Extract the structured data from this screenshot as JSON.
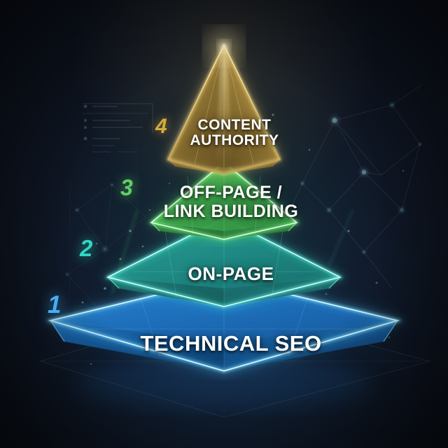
{
  "graphic": {
    "type": "seo-pyramid-infographic",
    "background_color": "#0f1622",
    "ground_plane": "faint isometric grid plane beneath pyramid base"
  },
  "tiers": [
    {
      "number": "4",
      "label": "CONTENT\nAUTHORITY",
      "label_line1": "CONTENT",
      "label_line2": "AUTHORITY",
      "color_name": "gold",
      "edge_color": "#e8c25a",
      "fill_color": "#8a7030",
      "glow_color": "#ffd978",
      "position": "apex"
    },
    {
      "number": "3",
      "label": "OFF-PAGE /\nLINK BUILDING",
      "label_line1": "OFF-PAGE /",
      "label_line2": "LINK BUILDING",
      "color_name": "green",
      "edge_color": "#5ef06a",
      "fill_color": "#2a7a3a",
      "glow_color": "#6dff7a",
      "position": "third"
    },
    {
      "number": "2",
      "label": "ON-PAGE",
      "label_line1": "ON-PAGE",
      "label_line2": "",
      "color_name": "teal",
      "edge_color": "#32e8d4",
      "fill_color": "#1a6a68",
      "glow_color": "#4cffe8",
      "position": "second"
    },
    {
      "number": "1",
      "label": "TECHNICAL SEO",
      "label_line1": "TECHNICAL SEO",
      "label_line2": "",
      "color_name": "blue",
      "edge_color": "#40c0ff",
      "fill_color": "#145a9a",
      "glow_color": "#5cd2ff",
      "position": "base"
    }
  ],
  "background_elements": {
    "network_nodes_label": "network-node-cluster",
    "wireframe_panel_label": "wireframe-document-panel",
    "particles_label": "particle-dots"
  }
}
